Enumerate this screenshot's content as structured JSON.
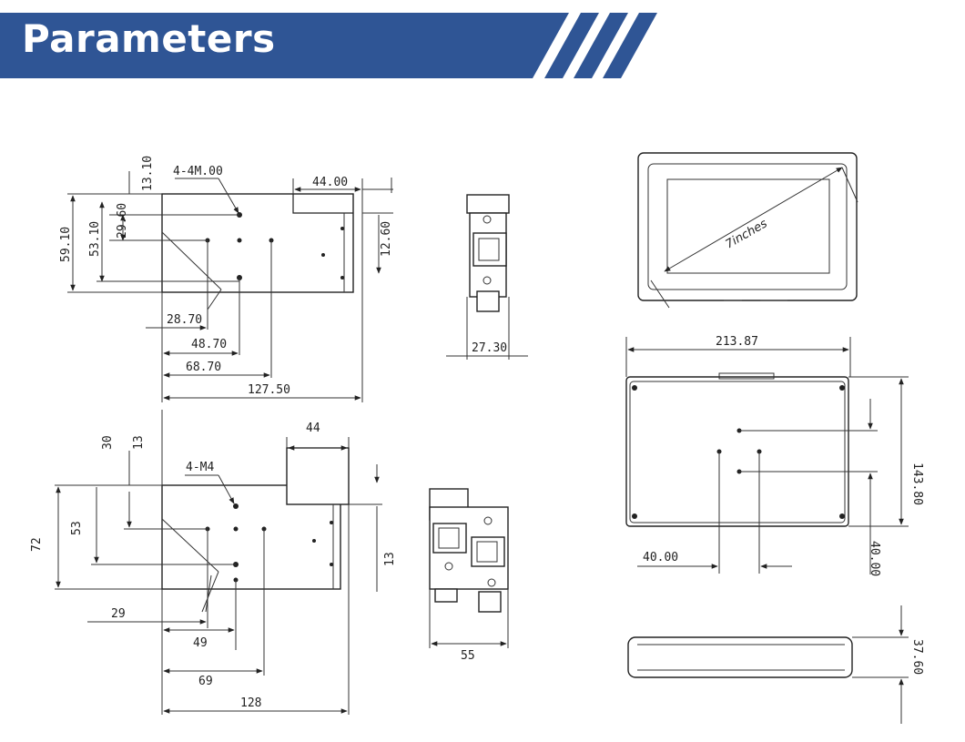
{
  "banner": {
    "title": "Parameters",
    "color": "#2f5595"
  },
  "view_top_left": {
    "hole_label": "4-4M.00",
    "dims": {
      "d_13_10": "13.10",
      "d_44_00": "44.00",
      "d_59_10": "59.10",
      "d_53_10": "53.10",
      "d_29_60": "29.60",
      "d_12_60": "12.60",
      "d_28_70": "28.70",
      "d_48_70": "48.70",
      "d_68_70": "68.70",
      "d_127_50": "127.50"
    }
  },
  "view_side_top": {
    "dims": {
      "d_27_30": "27.30"
    }
  },
  "view_bottom_left": {
    "hole_label": "4-M4",
    "dims": {
      "d_30": "30",
      "d_13_a": "13",
      "d_44": "44",
      "d_72": "72",
      "d_53": "53",
      "d_13_b": "13",
      "d_29": "29",
      "d_49": "49",
      "d_69": "69",
      "d_128": "128"
    }
  },
  "view_side_bottom": {
    "dims": {
      "d_55": "55"
    }
  },
  "screen_front": {
    "diag_label": "7inches"
  },
  "screen_back": {
    "dims": {
      "d_213_87": "213.87",
      "d_143_80": "143.80",
      "d_40_00_h": "40.00",
      "d_40_00_v": "40.00"
    }
  },
  "screen_thickness": {
    "dims": {
      "d_37_60": "37.60"
    }
  }
}
